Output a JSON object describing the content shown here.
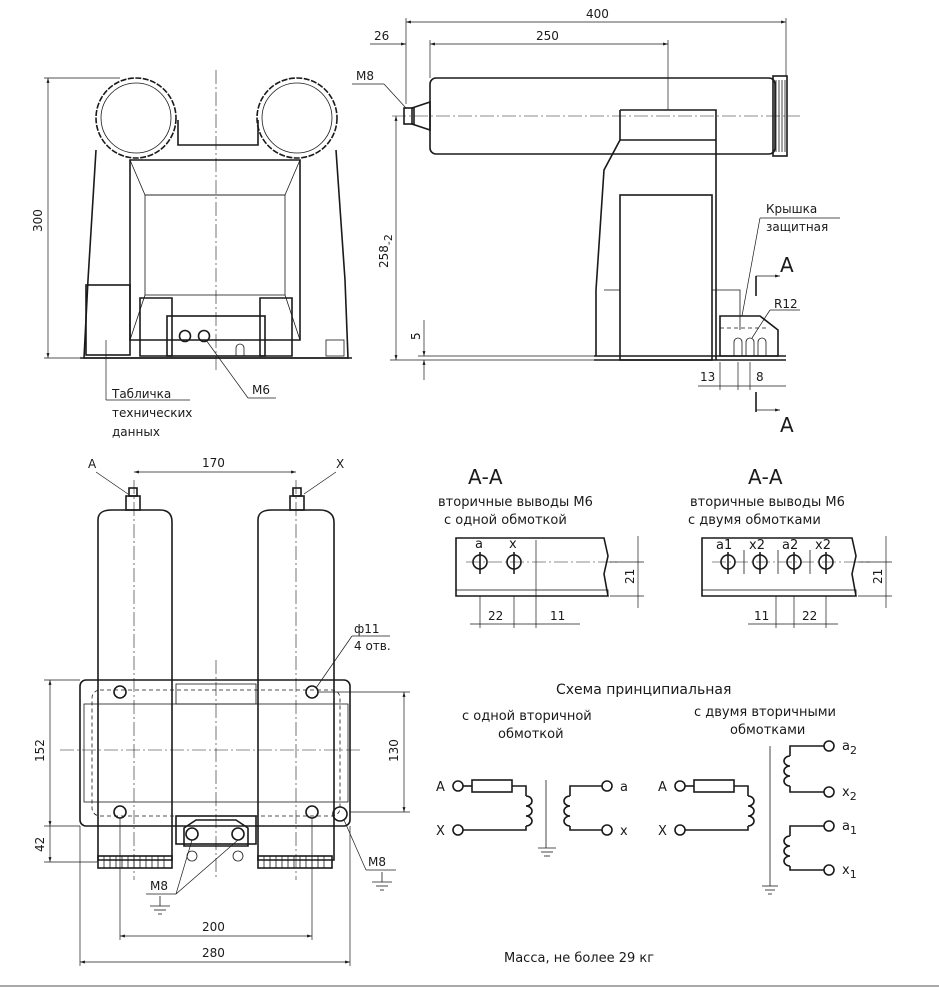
{
  "colors": {
    "ink": "#1a1a1a",
    "paper": "#ffffff"
  },
  "front_view": {
    "dim_height": "300",
    "label_thread": "М6",
    "plate_label": [
      "Табличка",
      "технических",
      "данных"
    ]
  },
  "side_view": {
    "dim_total": "400",
    "dim_offset": "26",
    "dim_length": "250",
    "label_thread": "М8",
    "dim_height": "258",
    "dim_height_tol": "-2",
    "dim_base": "5",
    "cover_label": [
      "Крышка",
      "защитная"
    ],
    "radius": "R12",
    "dim_13": "13",
    "dim_8": "8",
    "section_mark": "А"
  },
  "plan_view": {
    "terminal_a": "А",
    "terminal_x": "Х",
    "dim_170": "170",
    "hole_label": [
      "ф11",
      "4 отв."
    ],
    "dim_152": "152",
    "dim_42": "42",
    "dim_130": "130",
    "dim_200": "200",
    "dim_280": "280",
    "label_m8_right": "М8",
    "label_m8_left": "М8"
  },
  "section_single": {
    "title": "А-А",
    "subtitle": [
      "вторичные выводы М6",
      "с одной обмоткой"
    ],
    "terminals": [
      "а",
      "х"
    ],
    "dim_22": "22",
    "dim_11": "11",
    "dim_21": "21"
  },
  "section_double": {
    "title": "А-А",
    "subtitle": [
      "вторичные выводы М6",
      "с двумя обмотками"
    ],
    "terminals": [
      "а1",
      "х2",
      "а2",
      "х2"
    ],
    "dim_11": "11",
    "dim_22": "22",
    "dim_21": "21"
  },
  "schematic": {
    "title": "Схема принципиальная",
    "single_label": [
      "с одной вторичной",
      "обмоткой"
    ],
    "double_label": [
      "с двумя вторичными",
      "обмотками"
    ],
    "primary": [
      "А",
      "Х"
    ],
    "secondary_single": [
      "а",
      "х"
    ],
    "secondary_double": [
      {
        "main": "а",
        "sub": "2"
      },
      {
        "main": "х",
        "sub": "2"
      },
      {
        "main": "а",
        "sub": "1"
      },
      {
        "main": "х",
        "sub": "1"
      }
    ]
  },
  "mass_note": "Масса, не более 29 кг"
}
